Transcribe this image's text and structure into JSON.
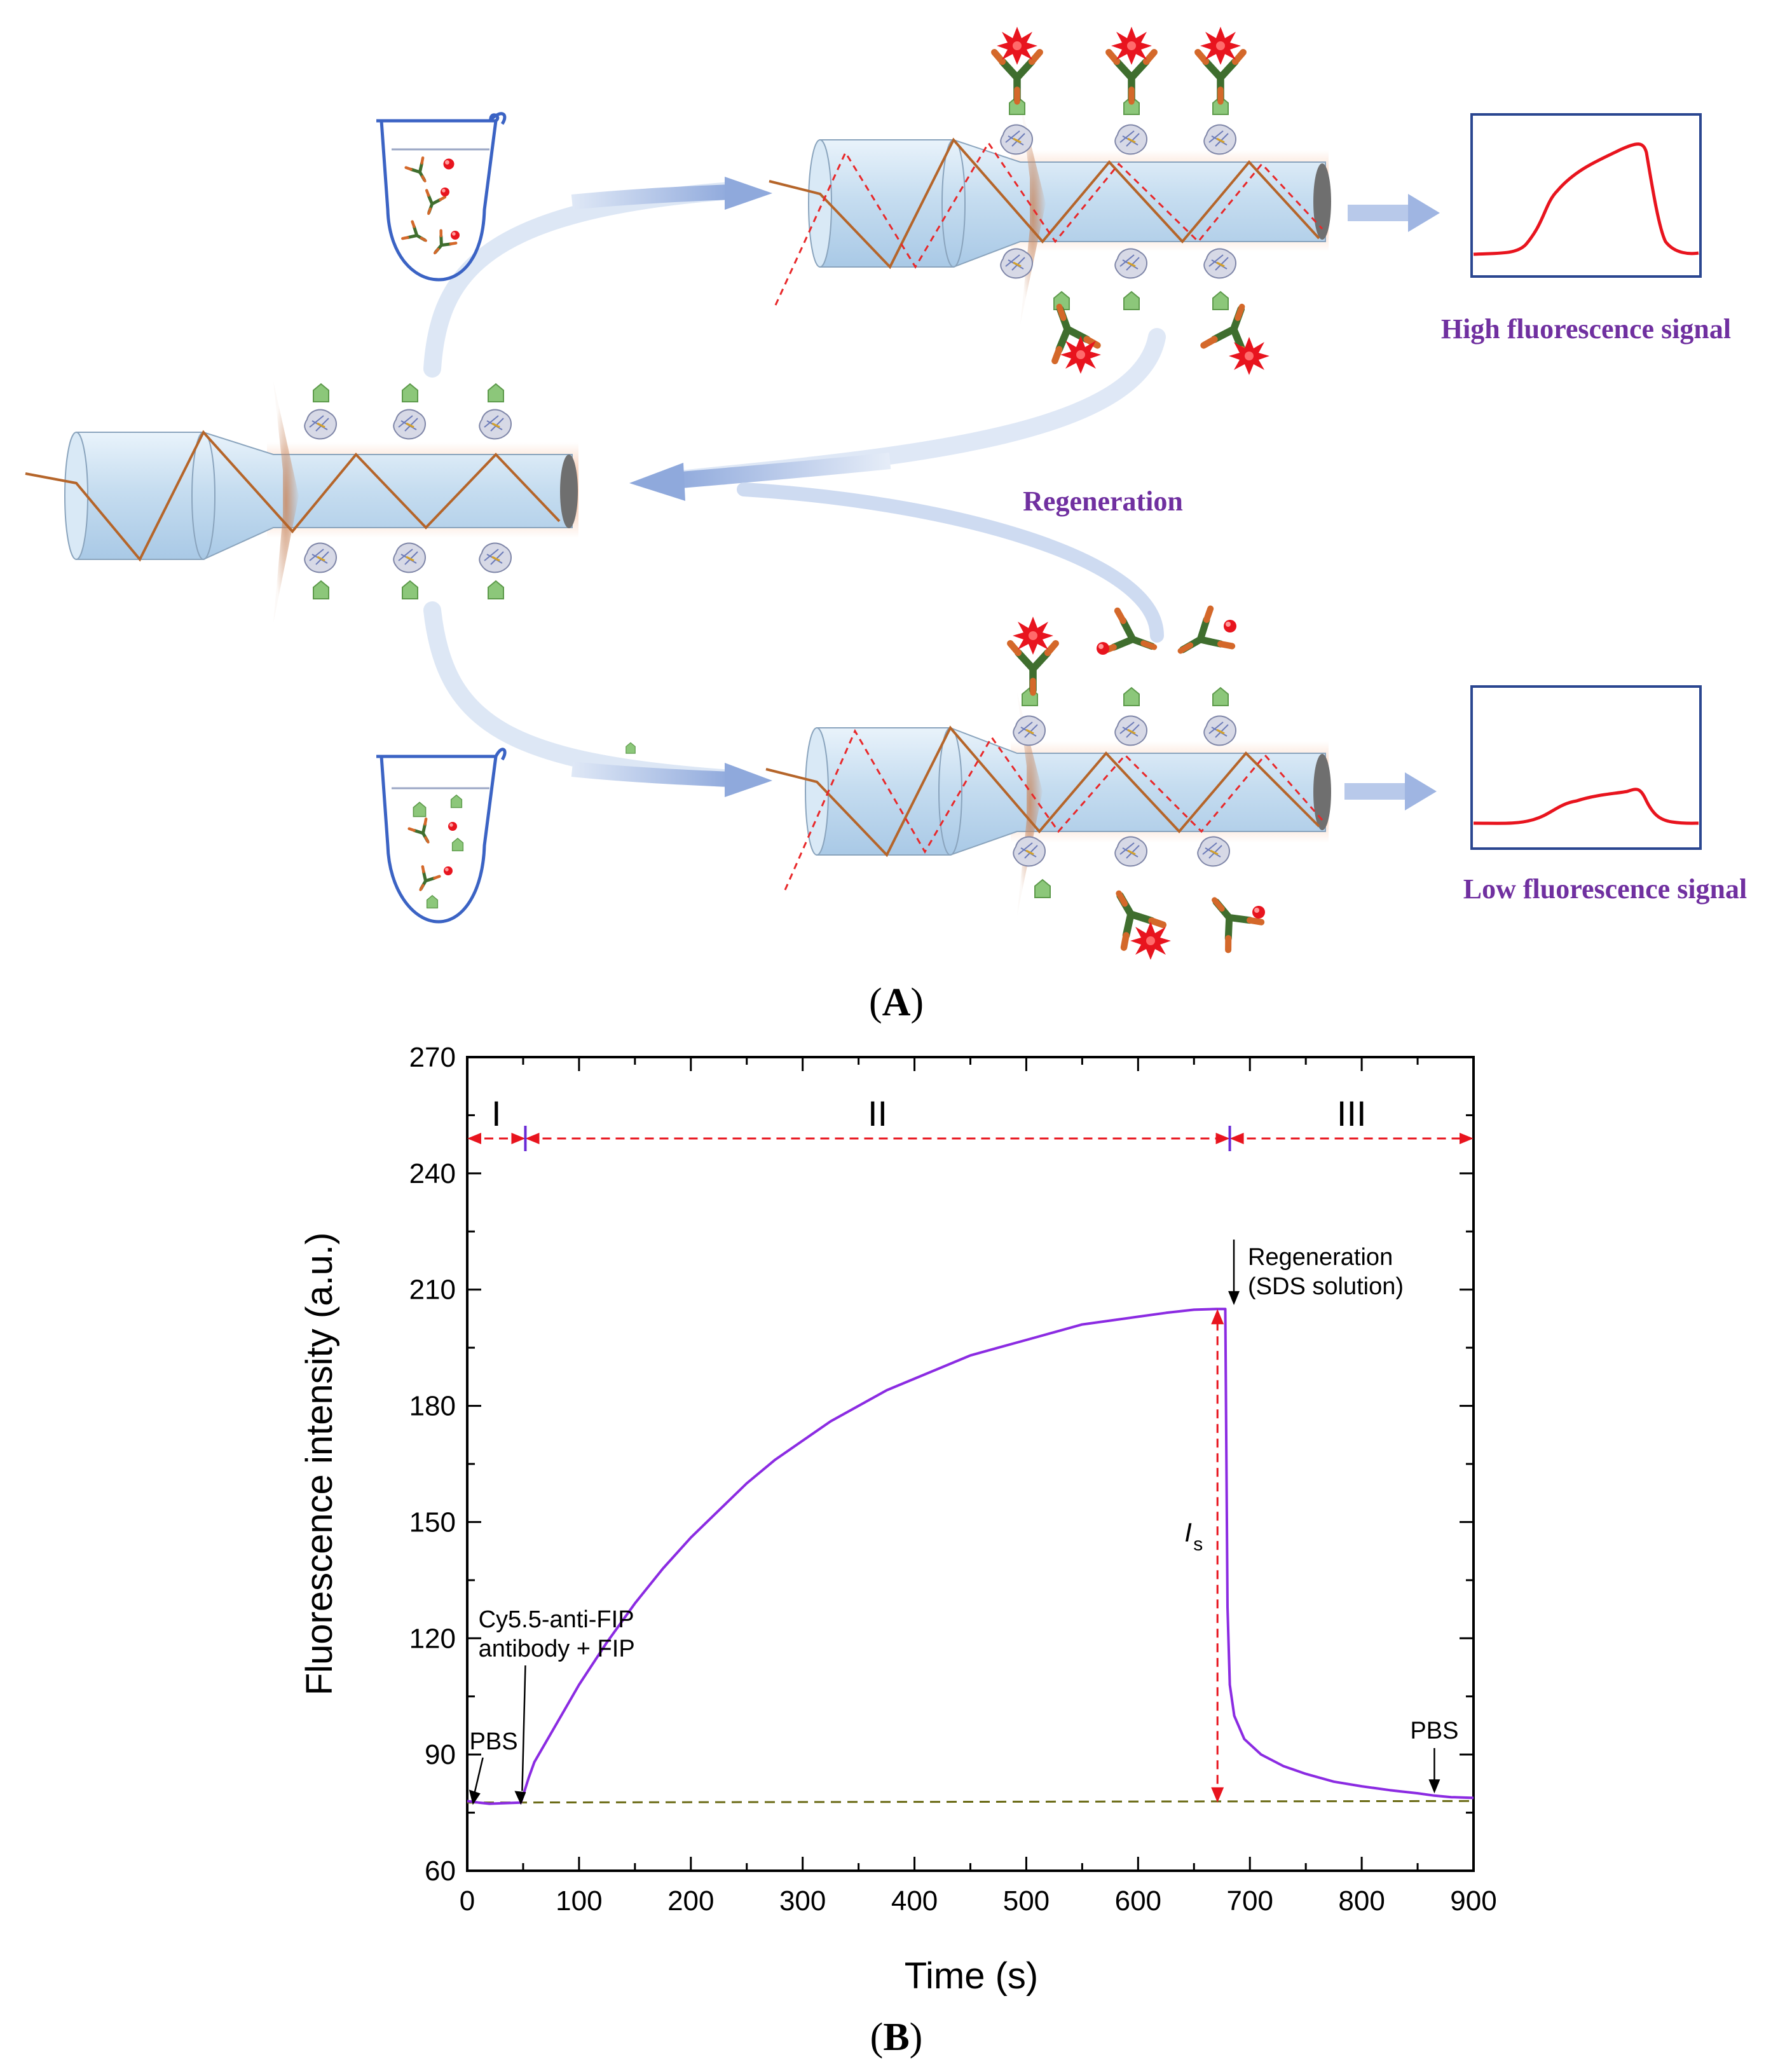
{
  "panel_a": {
    "label": "(A)",
    "label_letter": "A",
    "high_signal": "High fluorescence signal",
    "low_signal": "Low fluorescence signal",
    "regeneration": "Regeneration",
    "colors": {
      "fiber": "#c9e0f2",
      "evanescent_glow": "#f2a477",
      "zigzag": "#b5652a",
      "excited_path": "#e8282a",
      "flow_arrow": "#9fb8e3",
      "antibody_green": "#3f6e2e",
      "antibody_orange": "#d4682a",
      "dye": "#e8141e",
      "tube": "#3b63c4",
      "label_purple": "#7030a0",
      "signal_trace": "#e8141e",
      "signal_box": "#2a4690"
    },
    "icons": [
      "microtube-icon",
      "optical-fiber-icon",
      "antibody-icon",
      "fluorophore-icon",
      "antigen-icon",
      "signal-plot-icon"
    ]
  },
  "panel_b": {
    "label": "(B)",
    "label_letter": "B",
    "annotations": {
      "phase_1": "I",
      "phase_2": "II",
      "phase_3": "III",
      "regen_line1": "Regeneration",
      "regen_line2": "(SDS solution)",
      "cy_line1": "Cy5.5-anti-FIP",
      "cy_line2": "antibody + FIP",
      "pbs_start": "PBS",
      "pbs_end": "PBS",
      "is_symbol": "I",
      "is_subscript": "s"
    }
  },
  "chart_data": {
    "type": "line",
    "xlabel": "Time (s)",
    "ylabel": "Fluorescence intensity (a.u.)",
    "xlim": [
      0,
      900
    ],
    "ylim": [
      60,
      270
    ],
    "xticks": [
      0,
      100,
      200,
      300,
      400,
      500,
      600,
      700,
      800,
      900
    ],
    "yticks": [
      60,
      90,
      120,
      150,
      180,
      210,
      240,
      270
    ],
    "grid": false,
    "series": [
      {
        "color": "#8b2be2",
        "points": [
          [
            0,
            78
          ],
          [
            10,
            77.6
          ],
          [
            20,
            77.3
          ],
          [
            30,
            77.4
          ],
          [
            40,
            77.5
          ],
          [
            48,
            77.6
          ],
          [
            55,
            84
          ],
          [
            60,
            88
          ],
          [
            80,
            98
          ],
          [
            100,
            108
          ],
          [
            125,
            119
          ],
          [
            150,
            129
          ],
          [
            175,
            138
          ],
          [
            200,
            146
          ],
          [
            225,
            153
          ],
          [
            250,
            160
          ],
          [
            275,
            166
          ],
          [
            300,
            171
          ],
          [
            325,
            176
          ],
          [
            350,
            180
          ],
          [
            375,
            184
          ],
          [
            400,
            187
          ],
          [
            425,
            190
          ],
          [
            450,
            193
          ],
          [
            475,
            195
          ],
          [
            500,
            197
          ],
          [
            525,
            199
          ],
          [
            550,
            201
          ],
          [
            575,
            202
          ],
          [
            600,
            203
          ],
          [
            625,
            204
          ],
          [
            650,
            204.8
          ],
          [
            670,
            205
          ],
          [
            678,
            205
          ],
          [
            680,
            128
          ],
          [
            682,
            108
          ],
          [
            686,
            100
          ],
          [
            695,
            94
          ],
          [
            710,
            90
          ],
          [
            730,
            87
          ],
          [
            750,
            85
          ],
          [
            775,
            83
          ],
          [
            800,
            81.8
          ],
          [
            825,
            80.8
          ],
          [
            850,
            80
          ],
          [
            865,
            79.4
          ],
          [
            880,
            79
          ],
          [
            900,
            78.8
          ]
        ]
      },
      {
        "style": "dashed",
        "color": "#6b6b16",
        "points": [
          [
            0,
            77.6
          ],
          [
            900,
            78
          ]
        ]
      }
    ],
    "phases": [
      {
        "label": "I",
        "from": 0,
        "to": 52
      },
      {
        "label": "II",
        "from": 52,
        "to": 682
      },
      {
        "label": "III",
        "from": 682,
        "to": 900
      }
    ],
    "phase_arrow_y": 249,
    "arrow_annotations": [
      {
        "text": "PBS",
        "x": 5,
        "y": 77
      },
      {
        "text": "Cy5.5-anti-FIP antibody + FIP",
        "x": 48,
        "y": 77
      },
      {
        "text": "Regeneration (SDS solution)",
        "x": 680,
        "y": 206
      },
      {
        "text": "PBS",
        "x": 865,
        "y": 79
      }
    ],
    "signal_marker": {
      "label": "Is",
      "x": 671,
      "y_from": 77.6,
      "y_to": 205
    }
  }
}
